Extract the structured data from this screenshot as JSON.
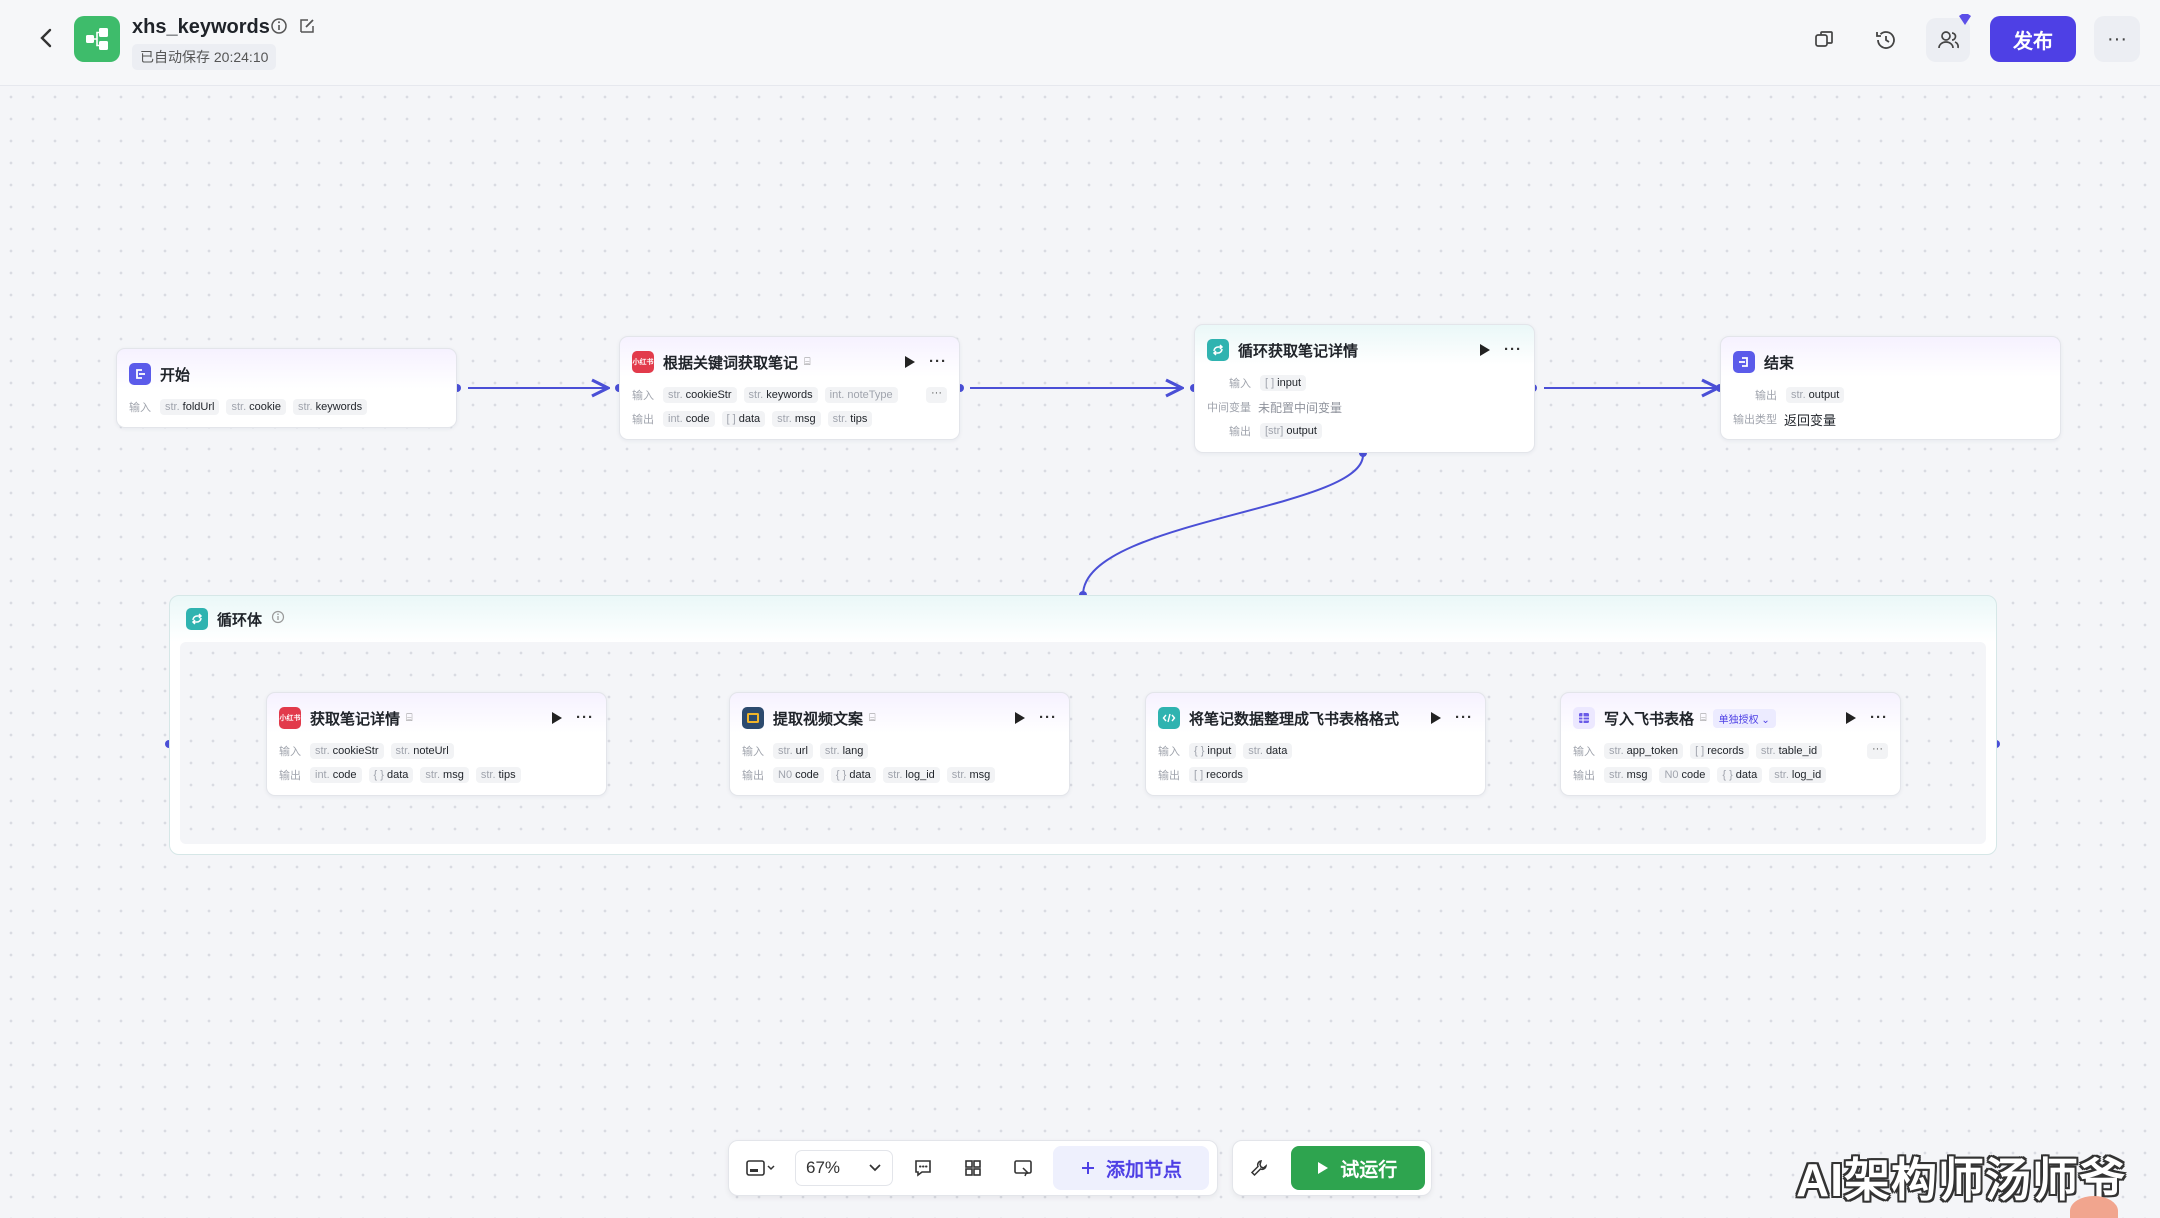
{
  "header": {
    "title": "xhs_keywords",
    "save_status": "已自动保存 20:24:10",
    "publish_label": "发布",
    "more_label": "···",
    "accent": "#4e40e5"
  },
  "nodes": {
    "start": {
      "title": "开始",
      "input_label": "输入",
      "inputs": [
        {
          "type": "str.",
          "name": "foldUrl"
        },
        {
          "type": "str.",
          "name": "cookie"
        },
        {
          "type": "str.",
          "name": "keywords"
        }
      ]
    },
    "get_notes": {
      "title": "根据关键词获取笔记",
      "icon_text": "小红书",
      "input_label": "输入",
      "output_label": "输出",
      "inputs": [
        {
          "type": "str.",
          "name": "cookieStr"
        },
        {
          "type": "str.",
          "name": "keywords"
        },
        {
          "type": "int.",
          "name": "noteType"
        }
      ],
      "outputs": [
        {
          "type": "int.",
          "name": "code"
        },
        {
          "type": "[ ]",
          "name": "data"
        },
        {
          "type": "str.",
          "name": "msg"
        },
        {
          "type": "str.",
          "name": "tips"
        }
      ]
    },
    "loop": {
      "title": "循环获取笔记详情",
      "input_label": "输入",
      "middle_label": "中间变量",
      "middle_value": "未配置中间变量",
      "output_label": "输出",
      "input": {
        "type": "[ ]",
        "name": "input"
      },
      "output": {
        "type": "[str]",
        "name": "output"
      }
    },
    "end": {
      "title": "结束",
      "output_label": "输出",
      "output": {
        "type": "str.",
        "name": "output"
      },
      "output_type_label": "输出类型",
      "output_type_value": "返回变量"
    }
  },
  "loop_body": {
    "title": "循环体",
    "nodes": {
      "detail": {
        "title": "获取笔记详情",
        "icon_text": "小红书",
        "input_label": "输入",
        "output_label": "输出",
        "inputs": [
          {
            "type": "str.",
            "name": "cookieStr"
          },
          {
            "type": "str.",
            "name": "noteUrl"
          }
        ],
        "outputs": [
          {
            "type": "int.",
            "name": "code"
          },
          {
            "type": "{ }",
            "name": "data"
          },
          {
            "type": "str.",
            "name": "msg"
          },
          {
            "type": "str.",
            "name": "tips"
          }
        ]
      },
      "video": {
        "title": "提取视频文案",
        "input_label": "输入",
        "output_label": "输出",
        "inputs": [
          {
            "type": "str.",
            "name": "url"
          },
          {
            "type": "str.",
            "name": "lang"
          }
        ],
        "outputs": [
          {
            "type": "N0",
            "name": "code"
          },
          {
            "type": "{ }",
            "name": "data"
          },
          {
            "type": "str.",
            "name": "log_id"
          },
          {
            "type": "str.",
            "name": "msg"
          }
        ]
      },
      "format": {
        "title": "将笔记数据整理成飞书表格格式",
        "input_label": "输入",
        "output_label": "输出",
        "inputs": [
          {
            "type": "{ }",
            "name": "input"
          },
          {
            "type": "str.",
            "name": "data"
          }
        ],
        "outputs": [
          {
            "type": "[ ]",
            "name": "records"
          }
        ]
      },
      "feishu": {
        "title": "写入飞书表格",
        "auth_label": "单独授权",
        "input_label": "输入",
        "output_label": "输出",
        "inputs": [
          {
            "type": "str.",
            "name": "app_token"
          },
          {
            "type": "[ ]",
            "name": "records"
          },
          {
            "type": "str.",
            "name": "table_id"
          }
        ],
        "outputs": [
          {
            "type": "str.",
            "name": "msg"
          },
          {
            "type": "N0",
            "name": "code"
          },
          {
            "type": "{ }",
            "name": "data"
          },
          {
            "type": "str.",
            "name": "log_id"
          }
        ]
      }
    }
  },
  "toolbar": {
    "zoom": "67%",
    "add_node_label": "添加节点",
    "run_label": "试运行"
  },
  "watermark": "AI架构师汤师爷",
  "icons": [
    "back-icon",
    "workflow-icon",
    "info-icon",
    "edit-icon",
    "copy-icon",
    "history-icon",
    "collaborators-icon",
    "more-icon",
    "play-icon",
    "minimap-icon",
    "comment-icon",
    "layout-icon",
    "snapshot-icon",
    "plus-icon",
    "wrench-icon"
  ]
}
